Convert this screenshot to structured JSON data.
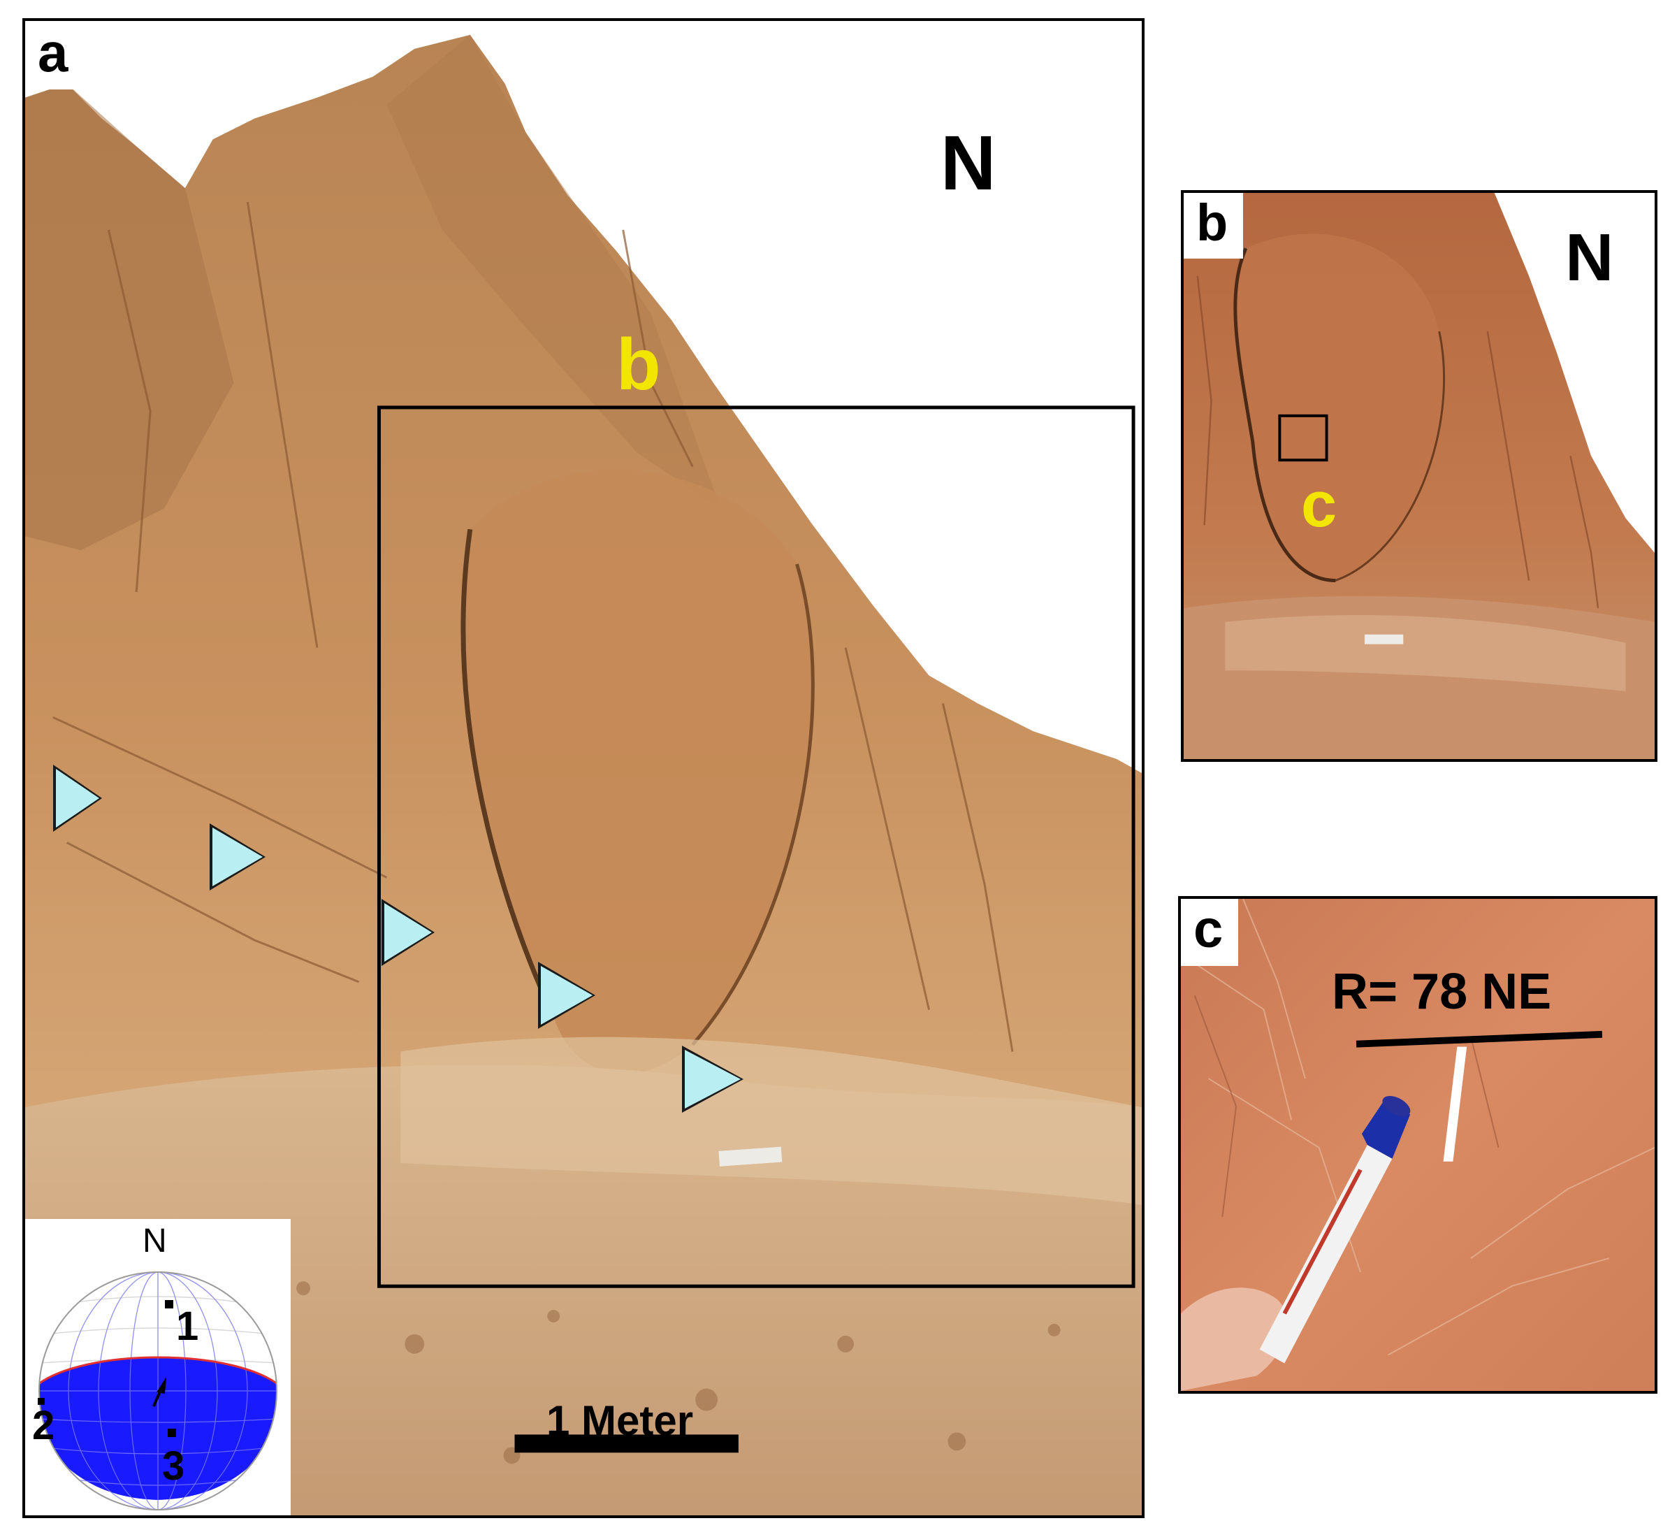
{
  "panel_a": {
    "letter": "a",
    "north": "N",
    "box_label": "b",
    "scale_label": "1 Meter"
  },
  "panel_b": {
    "letter": "b",
    "north": "N",
    "box_label": "c"
  },
  "panel_c": {
    "letter": "c",
    "measurement": "R= 78 NE"
  },
  "stereonet": {
    "north": "N",
    "pole_1": "1",
    "pole_2": "2",
    "pole_3": "3"
  },
  "colors": {
    "label_yellow": "#f2e600",
    "arrow_cyan": "#b9eef2",
    "stereonet_fill": "#1a1aff",
    "rock": "#c9905e"
  }
}
